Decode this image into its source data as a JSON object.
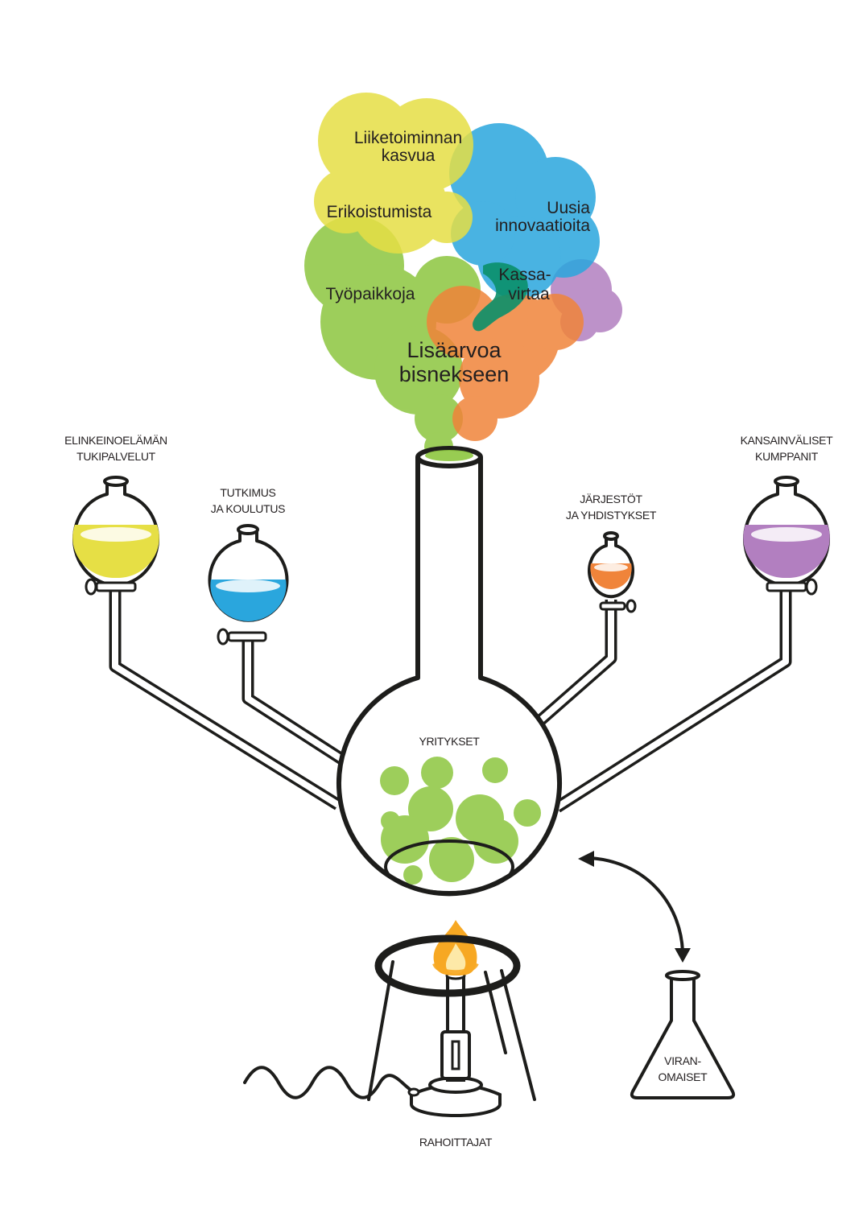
{
  "colors": {
    "yellow": "#e6df45",
    "blue": "#2aa6dd",
    "orange": "#f0843a",
    "purple": "#b27fc0",
    "green": "#8dc63f",
    "teal": "#0a8f6a",
    "flame_outer": "#f7a823",
    "flame_inner": "#fde9a8",
    "ink": "#1d1d1b"
  },
  "cloud": {
    "line1_a": "Liiketoiminnan",
    "line1_b": "kasvua",
    "specialisation": "Erikoistumista",
    "innovations_a": "Uusia",
    "innovations_b": "innovaatioita",
    "cashflow_a": "Kassa-",
    "cashflow_b": "virtaa",
    "jobs": "Työpaikkoja",
    "added_value_a": "Lisäarvoa",
    "added_value_b": "bisnekseen"
  },
  "funnels": {
    "business_services_a": "ELINKEINOELÄMÄN",
    "business_services_b": "TUKIPALVELUT",
    "research_a": "TUTKIMUS",
    "research_b": "JA KOULUTUS",
    "organisations_a": "JÄRJESTÖT",
    "organisations_b": "JA YHDISTYKSET",
    "international_a": "KANSAINVÄLISET",
    "international_b": "KUMPPANIT"
  },
  "flask_label": "YRITYKSET",
  "authorities_a": "VIRAN-",
  "authorities_b": "OMAISET",
  "burner_label": "RAHOITTAJAT"
}
